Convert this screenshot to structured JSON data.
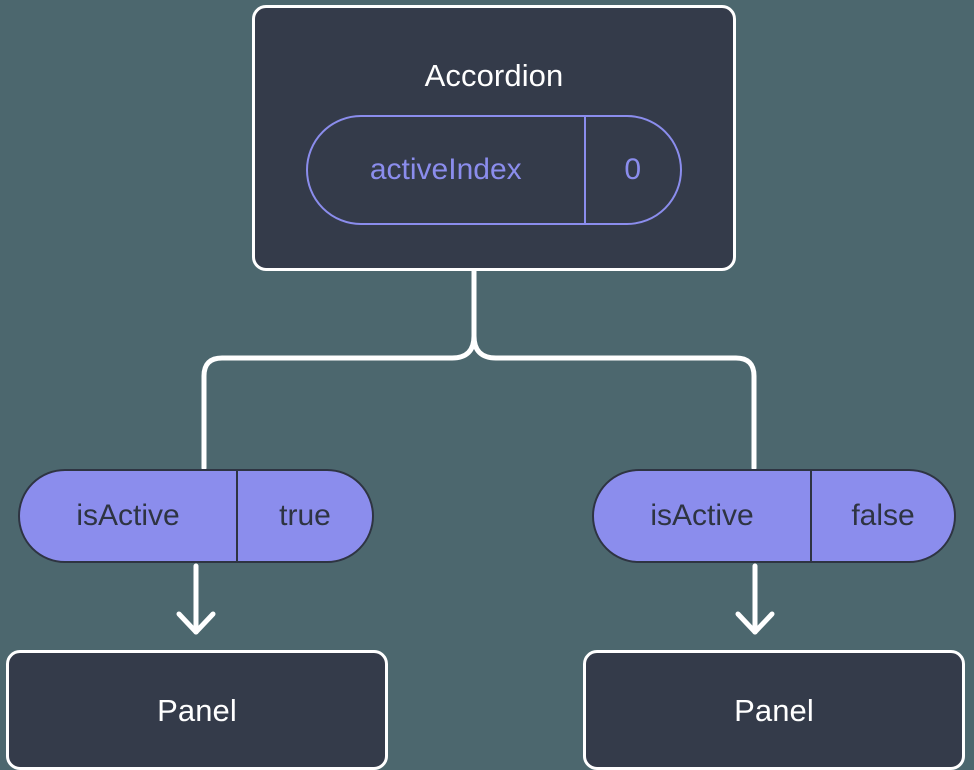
{
  "diagram": {
    "type": "component-state-tree",
    "background_color": "#4c676e",
    "card_color": "#343b4a",
    "accent_color": "#8b8ded",
    "line_color": "#ffffff",
    "root": {
      "title": "Accordion",
      "state": {
        "key": "activeIndex",
        "value": "0"
      }
    },
    "branches": [
      {
        "side": "left",
        "prop": {
          "key": "isActive",
          "value": "true"
        },
        "child": {
          "title": "Panel"
        }
      },
      {
        "side": "right",
        "prop": {
          "key": "isActive",
          "value": "false"
        },
        "child": {
          "title": "Panel"
        }
      }
    ]
  }
}
